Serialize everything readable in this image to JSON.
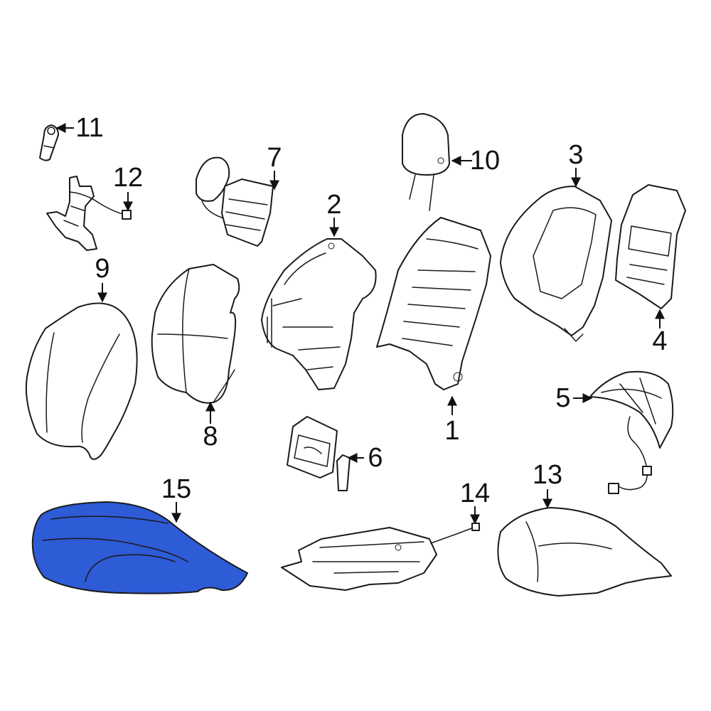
{
  "colors": {
    "highlight": "#2E5BD6",
    "line": "#1a1a1a",
    "background": "#ffffff"
  },
  "callouts": [
    {
      "id": "1",
      "label": "1"
    },
    {
      "id": "2",
      "label": "2"
    },
    {
      "id": "3",
      "label": "3"
    },
    {
      "id": "4",
      "label": "4"
    },
    {
      "id": "5",
      "label": "5"
    },
    {
      "id": "6",
      "label": "6"
    },
    {
      "id": "7",
      "label": "7"
    },
    {
      "id": "8",
      "label": "8"
    },
    {
      "id": "9",
      "label": "9"
    },
    {
      "id": "10",
      "label": "10"
    },
    {
      "id": "11",
      "label": "11"
    },
    {
      "id": "12",
      "label": "12"
    },
    {
      "id": "13",
      "label": "13"
    },
    {
      "id": "14",
      "label": "14"
    },
    {
      "id": "15",
      "label": "15"
    }
  ],
  "highlighted_part": "15"
}
